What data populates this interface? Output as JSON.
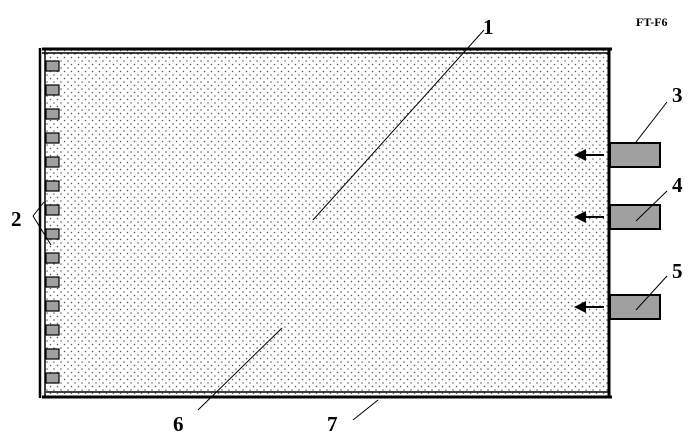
{
  "figure_code": "FT-F6",
  "labels": {
    "l1": "1",
    "l2": "2",
    "l3": "3",
    "l4": "4",
    "l5": "5",
    "l6": "6",
    "l7": "7"
  },
  "colors": {
    "stroke": "#000000",
    "background": "#ffffff",
    "dot": "#555555",
    "tab_fill": "#a0a0a0"
  },
  "element_counts": {
    "left_electrodes": 14,
    "right_outlets": 3
  },
  "icons": {
    "arrow": "left-arrow-icon",
    "left_electrode": "small-square-electrode",
    "right_outlet": "rectangular-tab"
  }
}
